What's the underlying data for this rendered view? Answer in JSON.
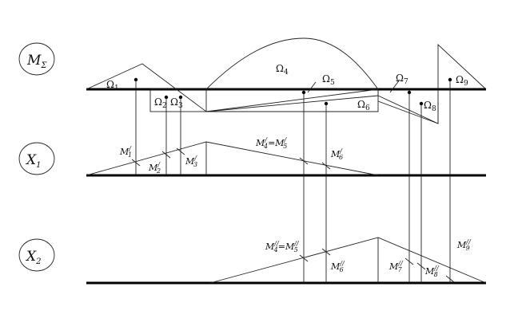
{
  "rows": {
    "m_sigma": {
      "label": "M",
      "sub": "Σ"
    },
    "x1": {
      "label": "X",
      "sub": "1"
    },
    "x2": {
      "label": "X",
      "sub": "2"
    }
  },
  "areas": [
    {
      "sym": "Ω",
      "sub": "1"
    },
    {
      "sym": "Ω",
      "sub": "2"
    },
    {
      "sym": "Ω",
      "sub": "3"
    },
    {
      "sym": "Ω",
      "sub": "4"
    },
    {
      "sym": "Ω",
      "sub": "5"
    },
    {
      "sym": "Ω",
      "sub": "6"
    },
    {
      "sym": "Ω",
      "sub": "7"
    },
    {
      "sym": "Ω",
      "sub": "8"
    },
    {
      "sym": "Ω",
      "sub": "9"
    }
  ],
  "x1_moments": [
    {
      "text": "M",
      "sup": "/",
      "sub": "1"
    },
    {
      "text": "M",
      "sup": "/",
      "sub": "2"
    },
    {
      "text": "M",
      "sup": "/",
      "sub": "3"
    },
    {
      "text": "M",
      "sup": "/",
      "sub": "4",
      "eq": "=M",
      "sup2": "/",
      "sub2": "5"
    },
    {
      "text": "M",
      "sup": "/",
      "sub": "6"
    }
  ],
  "x2_moments": [
    {
      "text": "M",
      "sup": "//",
      "sub": "4",
      "eq": "=M",
      "sup2": "//",
      "sub2": "5"
    },
    {
      "text": "M",
      "sup": "//",
      "sub": "6"
    },
    {
      "text": "M",
      "sup": "//",
      "sub": "7"
    },
    {
      "text": "M",
      "sup": "//",
      "sub": "8"
    },
    {
      "text": "M",
      "sup": "//",
      "sub": "9"
    }
  ]
}
